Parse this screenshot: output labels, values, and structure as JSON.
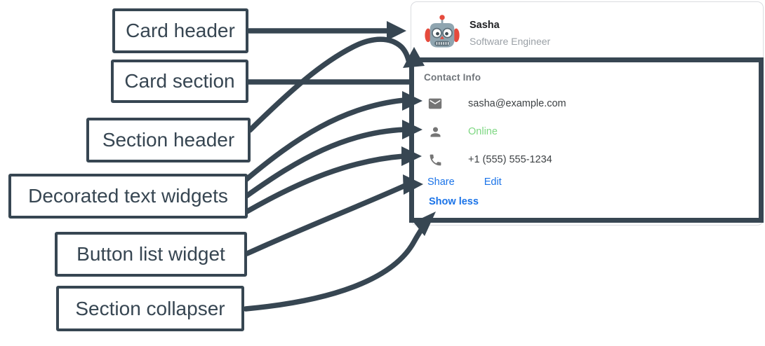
{
  "colors": {
    "annotation": "#374652",
    "card_border": "#dadce0",
    "link_blue": "#1a73e8",
    "online_green": "#7ed782",
    "muted_gray": "#9aa0a6",
    "icon_gray": "#757575",
    "text_dark": "#3c4043"
  },
  "annotations": {
    "labels": [
      {
        "id": "card-header",
        "text": "Card header"
      },
      {
        "id": "card-section",
        "text": "Card section"
      },
      {
        "id": "section-header",
        "text": "Section header"
      },
      {
        "id": "decorated-text-widgets",
        "text": "Decorated text widgets"
      },
      {
        "id": "button-list-widget",
        "text": "Button list widget"
      },
      {
        "id": "section-collapser",
        "text": "Section collapser"
      }
    ]
  },
  "card": {
    "header": {
      "name": "Sasha",
      "subtitle": "Software Engineer",
      "avatar_icon": "robot-avatar-icon"
    },
    "section": {
      "header": "Contact Info",
      "rows": [
        {
          "icon": "email-icon",
          "text": "sasha@example.com",
          "color": "dark"
        },
        {
          "icon": "person-icon",
          "text": "Online",
          "color": "green"
        },
        {
          "icon": "phone-icon",
          "text": "+1 (555) 555-1234",
          "color": "dark"
        }
      ],
      "buttons": [
        {
          "label": "Share"
        },
        {
          "label": "Edit"
        }
      ],
      "collapser": {
        "label": "Show less"
      }
    }
  }
}
